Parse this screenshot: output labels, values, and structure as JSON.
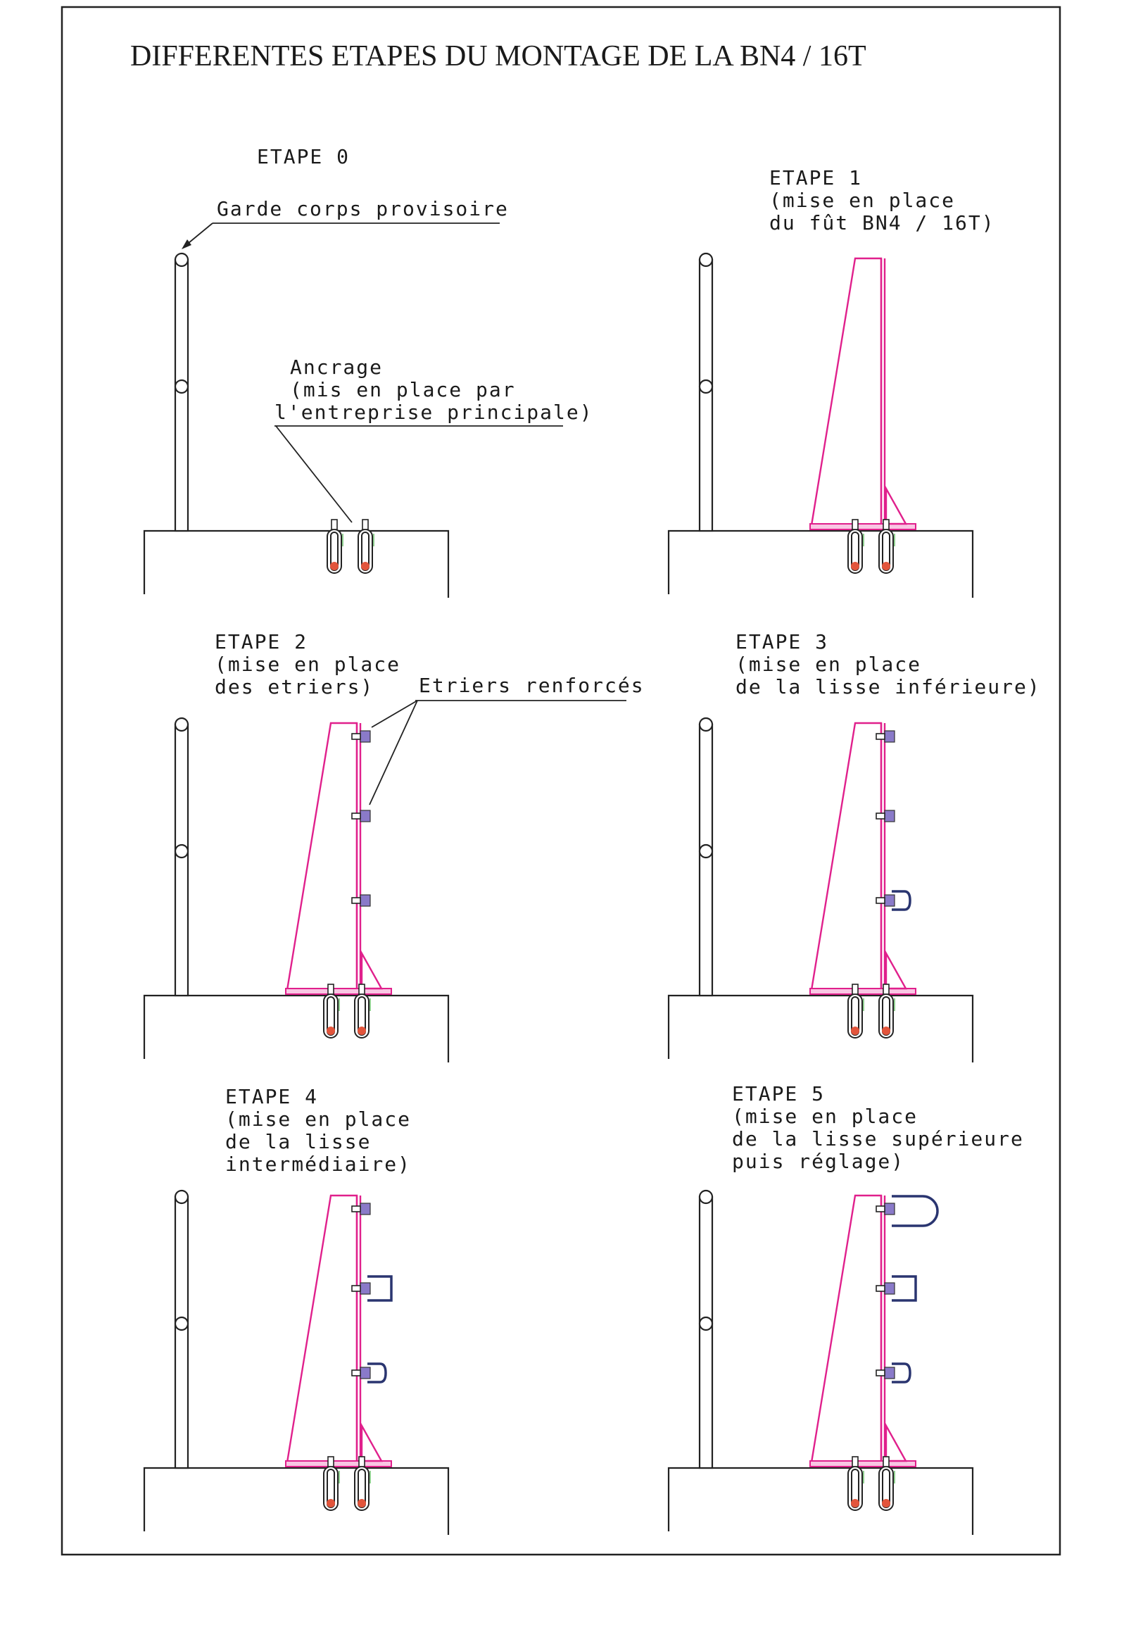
{
  "title": "DIFFERENTES ETAPES DU MONTAGE DE LA BN4 / 16T",
  "steps": [
    {
      "heading": "ETAPE 0",
      "lines": []
    },
    {
      "heading": "ETAPE 1",
      "lines": [
        "(mise en place",
        "du fût BN4 / 16T)"
      ]
    },
    {
      "heading": "ETAPE 2",
      "lines": [
        "(mise en place",
        "des etriers)"
      ]
    },
    {
      "heading": "ETAPE 3",
      "lines": [
        "(mise en place",
        "de la lisse inférieure)"
      ]
    },
    {
      "heading": "ETAPE 4",
      "lines": [
        "(mise en place",
        "de la lisse",
        "intermédiaire)"
      ]
    },
    {
      "heading": "ETAPE 5",
      "lines": [
        "(mise en place",
        "de la lisse supérieure",
        "puis réglage)"
      ]
    }
  ],
  "annotations": {
    "garde_corps": "Garde corps provisoire",
    "ancrage": [
      "Ancrage",
      "(mis en place par",
      "l'entreprise principale)"
    ],
    "etriers": "Etriers renforcés"
  },
  "colors": {
    "frame": "#222222",
    "fut": "#e0208c",
    "lisse": "#2a3570",
    "anchor_tip": "#e2553c",
    "etrier": "#8a7ac9"
  }
}
